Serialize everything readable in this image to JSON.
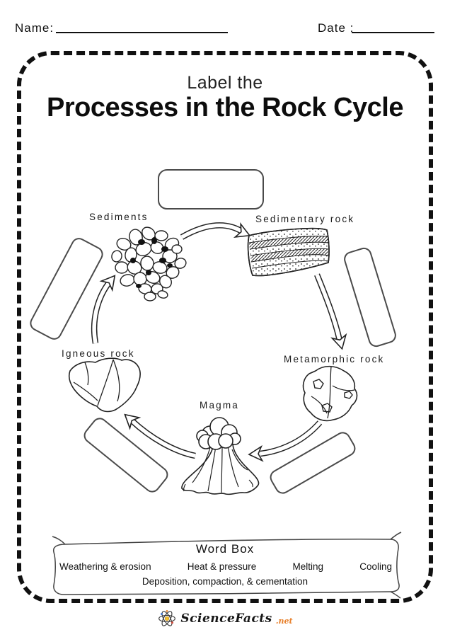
{
  "header": {
    "name_label": "Name:",
    "name_value": "",
    "date_label": "Date :",
    "date_value": ""
  },
  "title": {
    "line1": "Label the",
    "line2": "Processes in the Rock Cycle"
  },
  "diagram": {
    "labels": {
      "sediments": "Sediments",
      "sedimentary": "Sedimentary rock",
      "metamorphic": "Metamorphic rock",
      "magma": "Magma",
      "igneous": "Igneous rock"
    },
    "answer_boxes": [
      {
        "id": "top",
        "between": "sediments-and-sedimentary-rock",
        "value": ""
      },
      {
        "id": "left",
        "between": "igneous-rock-and-sediments",
        "value": ""
      },
      {
        "id": "right",
        "between": "sedimentary-rock-and-metamorphic-rock",
        "value": ""
      },
      {
        "id": "bottom-left",
        "between": "magma-and-igneous-rock",
        "value": ""
      },
      {
        "id": "bottom-right",
        "between": "metamorphic-rock-and-magma",
        "value": ""
      }
    ]
  },
  "word_box": {
    "title": "Word Box",
    "row1": [
      "Weathering & erosion",
      "Heat & pressure",
      "Melting",
      "Cooling"
    ],
    "row2": "Deposition, compaction, & cementation"
  },
  "footer": {
    "brand": "ScienceFacts",
    "tld": ".net",
    "accent_color": "#e8802b"
  },
  "colors": {
    "ink": "#1a1a1a",
    "frame_dash": "#111111",
    "box_border": "#4a4a4a"
  }
}
